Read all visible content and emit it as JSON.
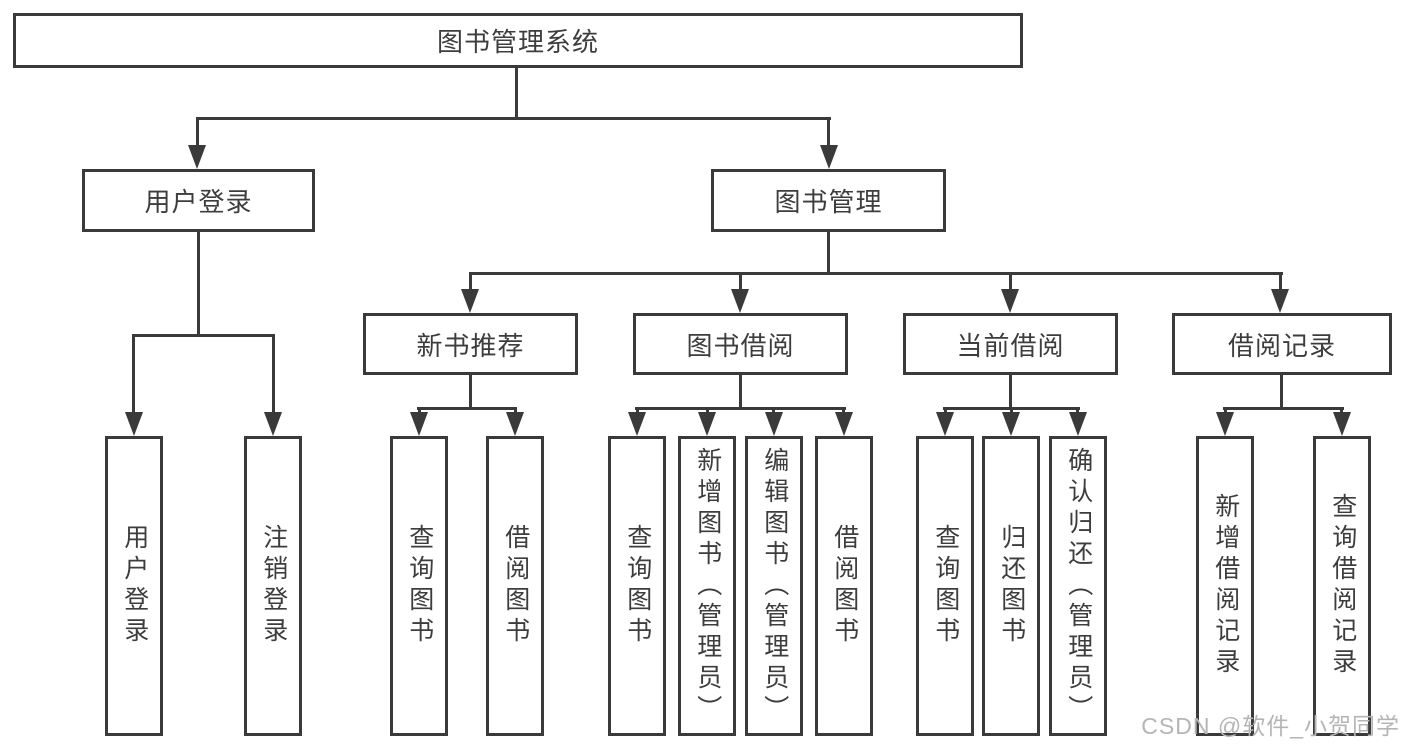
{
  "colors": {
    "line": "#3a3a3a",
    "text": "#3d3d3d",
    "watermark": "#b5b5b5",
    "background": "#ffffff"
  },
  "nodes": {
    "root": {
      "label": "图书管理系统"
    },
    "user_login": {
      "label": "用户登录",
      "children": [
        {
          "label": "用户登录"
        },
        {
          "label": "注销登录"
        }
      ]
    },
    "book_management": {
      "label": "图书管理"
    },
    "new_book_recommend": {
      "label": "新书推荐",
      "children": [
        {
          "label": "查询图书"
        },
        {
          "label": "借阅图书"
        }
      ]
    },
    "book_borrow": {
      "label": "图书借阅",
      "children": [
        {
          "label": "查询图书"
        },
        {
          "label": "新增图书（管理员）"
        },
        {
          "label": "编辑图书（管理员）"
        },
        {
          "label": "借阅图书"
        }
      ]
    },
    "current_borrow": {
      "label": "当前借阅",
      "children": [
        {
          "label": "查询图书"
        },
        {
          "label": "归还图书"
        },
        {
          "label": "确认归还（管理员）"
        }
      ]
    },
    "borrow_record": {
      "label": "借阅记录",
      "children": [
        {
          "label": "新增借阅记录"
        },
        {
          "label": "查询借阅记录"
        }
      ]
    }
  },
  "watermark": {
    "text": "CSDN @软件_小贺同学"
  }
}
